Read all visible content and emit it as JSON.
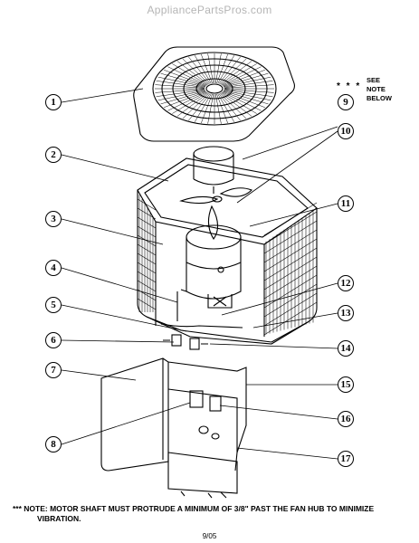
{
  "watermark": "AppliancePartsPros.com",
  "note_marker": "* * *",
  "see_note": [
    "SEE",
    "NOTE",
    "BELOW"
  ],
  "callouts": [
    "1",
    "2",
    "3",
    "4",
    "5",
    "6",
    "7",
    "8",
    "9",
    "10",
    "11",
    "12",
    "13",
    "14",
    "15",
    "16",
    "17"
  ],
  "footnote": {
    "line1": "*** NOTE: MOTOR SHAFT MUST PROTRUDE A MINIMUM OF 3/8\" PAST THE FAN HUB TO MINIMIZE",
    "line2": "VIBRATION."
  },
  "date": "9/05"
}
